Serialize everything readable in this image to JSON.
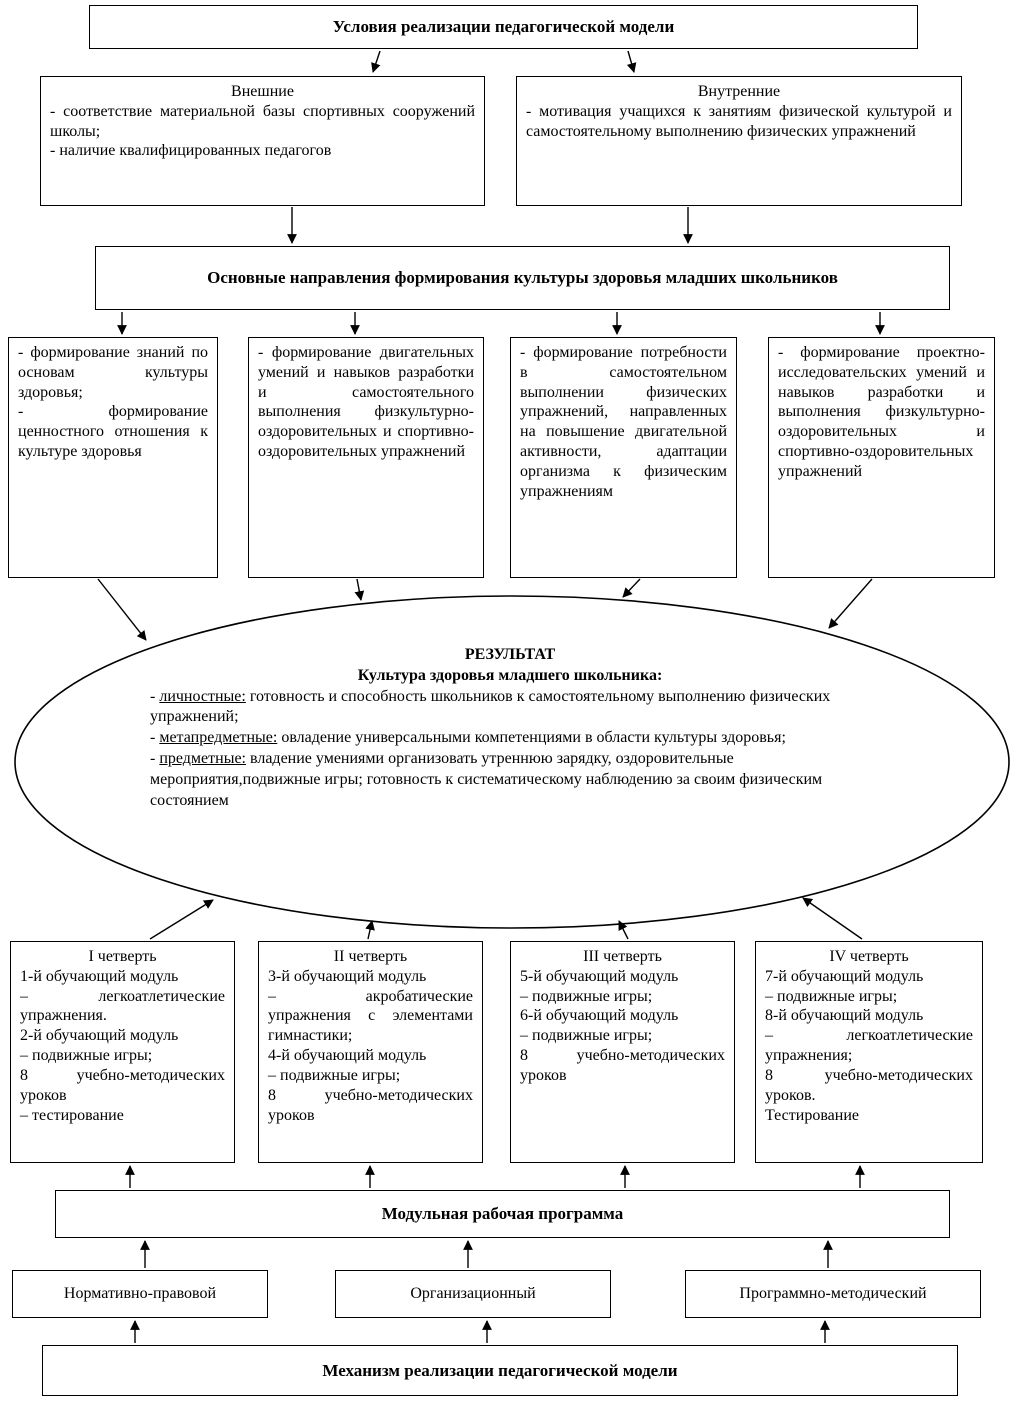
{
  "palette": {
    "line": "#000000",
    "background": "#ffffff"
  },
  "top_box": {
    "title": "Условия реализации педагогической модели"
  },
  "external_box": {
    "title": "Внешние",
    "body": "- соответствие материальной базы спортивных сооружений школы;\n- наличие квалифицированных педагогов"
  },
  "internal_box": {
    "title": "Внутренние",
    "body": "- мотивация учащихся к занятиям физической культурой и самостоятельному выполнению физических упражнений"
  },
  "directions_box": {
    "title": "Основные направления формирования культуры здоровья младших школьников"
  },
  "directions": [
    {
      "text": "- формирование знаний по основам культуры здоровья;\n- формирование ценностного отношения к культуре здоровья"
    },
    {
      "text": "- формирование двигательных умений и навыков разработки и самостоятельного выполнения физкультурно-оздоровительных и спортивно-оздоровительных упражнений"
    },
    {
      "text": "- формирование потребности в самостоятельном выполнении физических упражнений, направленных на повышение двигательной активности, адаптации организма к физическим упражнениям"
    },
    {
      "text": "- формирование проектно-исследовательских умений и навыков разработки и выполнения физкультурно-оздоровительных и спортивно-оздоровительных упражнений"
    }
  ],
  "result": {
    "title": "РЕЗУЛЬТАТ",
    "subtitle": "Культура здоровья младшего школьника:",
    "items": [
      {
        "bullet": "- ",
        "label": "личностные:",
        "text": " готовность и способность школьников к самостоятельному выполнению физических упражнений;"
      },
      {
        "bullet": "- ",
        "label": "метапредметные:",
        "text": " овладение универсальными компетенциями в области культуры здоровья;"
      },
      {
        "bullet": "- ",
        "label": "предметные:",
        "text": " владение умениями организовать утреннюю зарядку, оздоровительные мероприятия,подвижные игры; готовность к систематическому наблюдению за своим физическим состоянием"
      }
    ]
  },
  "quarters": [
    {
      "title": "I четверть",
      "body": "1-й обучающий модуль\n– легкоатлетические упражнения.\n2-й обучающий модуль\n– подвижные игры;\n8 учебно-методических уроков\n– тестирование"
    },
    {
      "title": "II четверть",
      "body": "3-й обучающий модуль\n– акробатические упражнения с элементами гимнастики;\n4-й обучающий модуль\n– подвижные игры;\n8 учебно-методических уроков"
    },
    {
      "title": "III четверть",
      "body": "5-й обучающий модуль\n– подвижные игры;\n6-й обучающий модуль\n– подвижные игры;\n8 учебно-методических уроков"
    },
    {
      "title": "IV четверть",
      "body": "7-й обучающий модуль\n– подвижные игры;\n8-й обучающий модуль\n– легкоатлетические упражнения;\n8 учебно-методических уроков.\nТестирование"
    }
  ],
  "program_box": {
    "title": "Модульная рабочая программа"
  },
  "mechanism_boxes": [
    {
      "label": "Нормативно-правовой"
    },
    {
      "label": "Организационный"
    },
    {
      "label": "Программно-методический"
    }
  ],
  "bottom_box": {
    "title": "Механизм реализации педагогической модели"
  }
}
